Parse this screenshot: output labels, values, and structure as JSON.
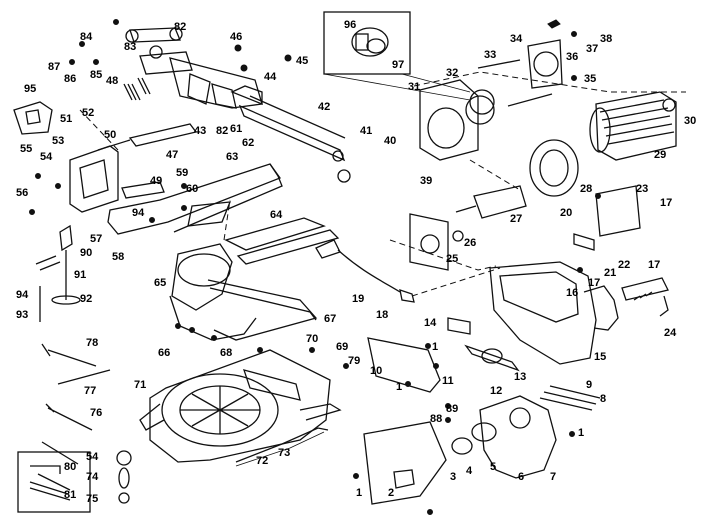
{
  "labels": [
    "1",
    "2",
    "3",
    "4",
    "5",
    "6",
    "7",
    "8",
    "9",
    "10",
    "11",
    "12",
    "13",
    "14",
    "15",
    "16",
    "17",
    "18",
    "19",
    "20",
    "21",
    "22",
    "23",
    "24",
    "25",
    "26",
    "27",
    "28",
    "29",
    "30",
    "31",
    "32",
    "33",
    "34",
    "35",
    "36",
    "37",
    "38",
    "39",
    "40",
    "41",
    "42",
    "43",
    "44",
    "45",
    "46",
    "47",
    "48",
    "49",
    "50",
    "51",
    "52",
    "53",
    "54",
    "55",
    "56",
    "57",
    "58",
    "59",
    "60",
    "61",
    "62",
    "63",
    "64",
    "65",
    "66",
    "67",
    "68",
    "69",
    "70",
    "71",
    "72",
    "73",
    "74",
    "75",
    "76",
    "77",
    "78",
    "79",
    "80",
    "81",
    "82",
    "83",
    "84",
    "85",
    "86",
    "87",
    "88",
    "89",
    "90",
    "91",
    "92",
    "93",
    "94",
    "95",
    "96",
    "97"
  ],
  "icons": [
    "exploded-parts-diagram",
    "motor-housing",
    "saw-blade",
    "turntable",
    "handle",
    "bolt",
    "washer",
    "spring",
    "bracket",
    "power-cord",
    "wrench"
  ]
}
